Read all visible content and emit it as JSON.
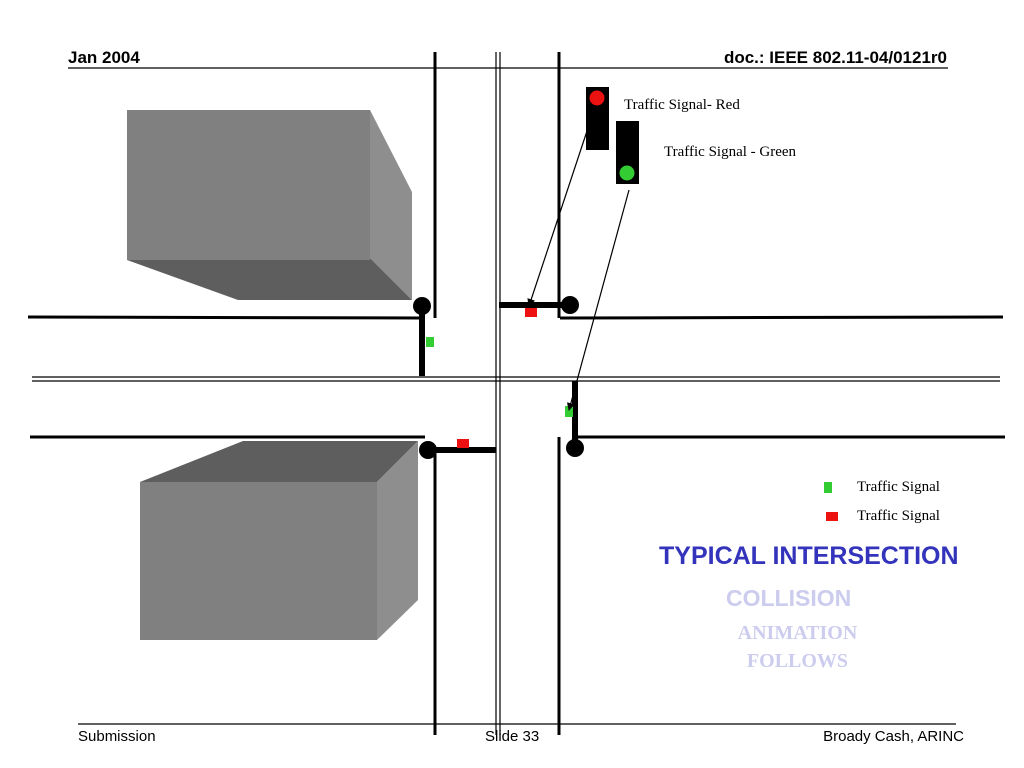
{
  "header": {
    "date": "Jan 2004",
    "doc_id": "doc.: IEEE 802.11-04/0121r0"
  },
  "footer": {
    "left": "Submission",
    "center": "Slide 33",
    "right": "Broady Cash, ARINC"
  },
  "signals": {
    "red_label": "Traffic Signal- Red",
    "green_label": "Traffic Signal - Green"
  },
  "legend": {
    "items": [
      {
        "label": "Traffic Signal",
        "color": "#33cc33"
      },
      {
        "label": "Traffic Signal",
        "color": "#ee1111"
      }
    ]
  },
  "titles": {
    "line1": "TYPICAL   INTERSECTION",
    "line2": "COLLISION",
    "line3a": "ANIMATION",
    "line3b": "FOLLOWS"
  },
  "colors": {
    "title_blue": "#3333bb",
    "faded_blue": "#ccccee",
    "building_front": "#808080",
    "building_side": "#8e8e8e",
    "building_shadow": "#5e5e5e",
    "signal_red": "#ee1111",
    "signal_green": "#33cc33"
  }
}
